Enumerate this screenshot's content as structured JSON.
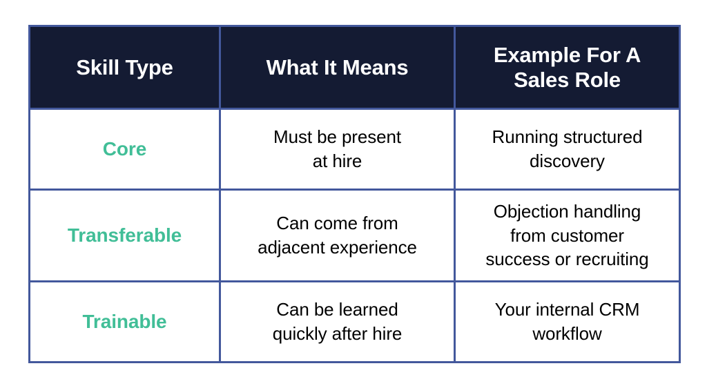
{
  "table": {
    "name": "skill-type-table",
    "colors": {
      "header_background": "#141b33",
      "header_text": "#ffffff",
      "border": "#43589c",
      "accent_teal": "#41be97",
      "body_text": "#000000",
      "body_background": "#ffffff"
    },
    "headers": [
      {
        "id": "skill-type",
        "label": "Skill Type"
      },
      {
        "id": "what-it-means",
        "label": "What It Means"
      },
      {
        "id": "example-for-a-sales-role",
        "lines": [
          "Example For A",
          "Sales Role"
        ]
      }
    ],
    "rows": [
      {
        "id": "core",
        "skill_type": "Core",
        "what_it_means": [
          "Must be present",
          "at hire"
        ],
        "example": [
          "Running structured",
          "discovery"
        ]
      },
      {
        "id": "transferable",
        "skill_type": "Transferable",
        "what_it_means": [
          "Can come from",
          "adjacent experience"
        ],
        "example": [
          "Objection handling",
          "from customer",
          "success or recruiting"
        ]
      },
      {
        "id": "trainable",
        "skill_type": "Trainable",
        "what_it_means": [
          "Can be learned",
          "quickly after hire"
        ],
        "example": [
          "Your internal CRM",
          "workflow"
        ]
      }
    ]
  }
}
